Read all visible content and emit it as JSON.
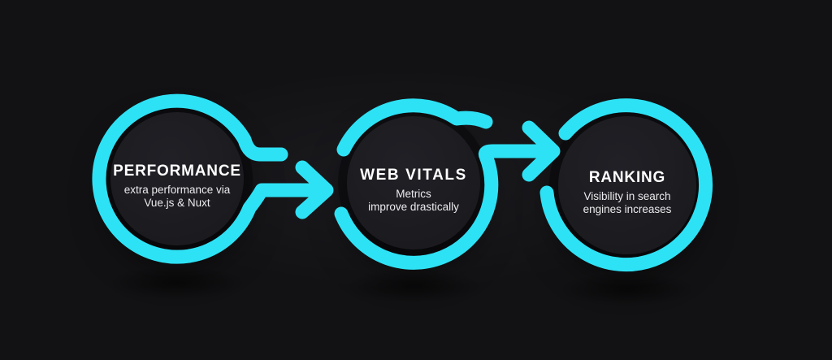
{
  "colors": {
    "accent": "#2ee2f5",
    "background": "#121214",
    "disc": "#1b1b1f",
    "title_text": "#ffffff",
    "subtitle_text": "#ececee"
  },
  "diagram": {
    "steps": [
      {
        "title": "PERFORMANCE",
        "subtitle_lines": [
          "extra performance via",
          "Vue.js & Nuxt"
        ]
      },
      {
        "title": "WEB VITALS",
        "subtitle_lines": [
          "Metrics",
          "improve drastically"
        ]
      },
      {
        "title": "RANKING",
        "subtitle_lines": [
          "Visibility in search",
          "engines increases"
        ]
      }
    ],
    "connectors": [
      {
        "name": "arrow-performance-to-web-vitals",
        "direction": "right"
      },
      {
        "name": "arrow-web-vitals-to-ranking",
        "direction": "right"
      }
    ]
  }
}
